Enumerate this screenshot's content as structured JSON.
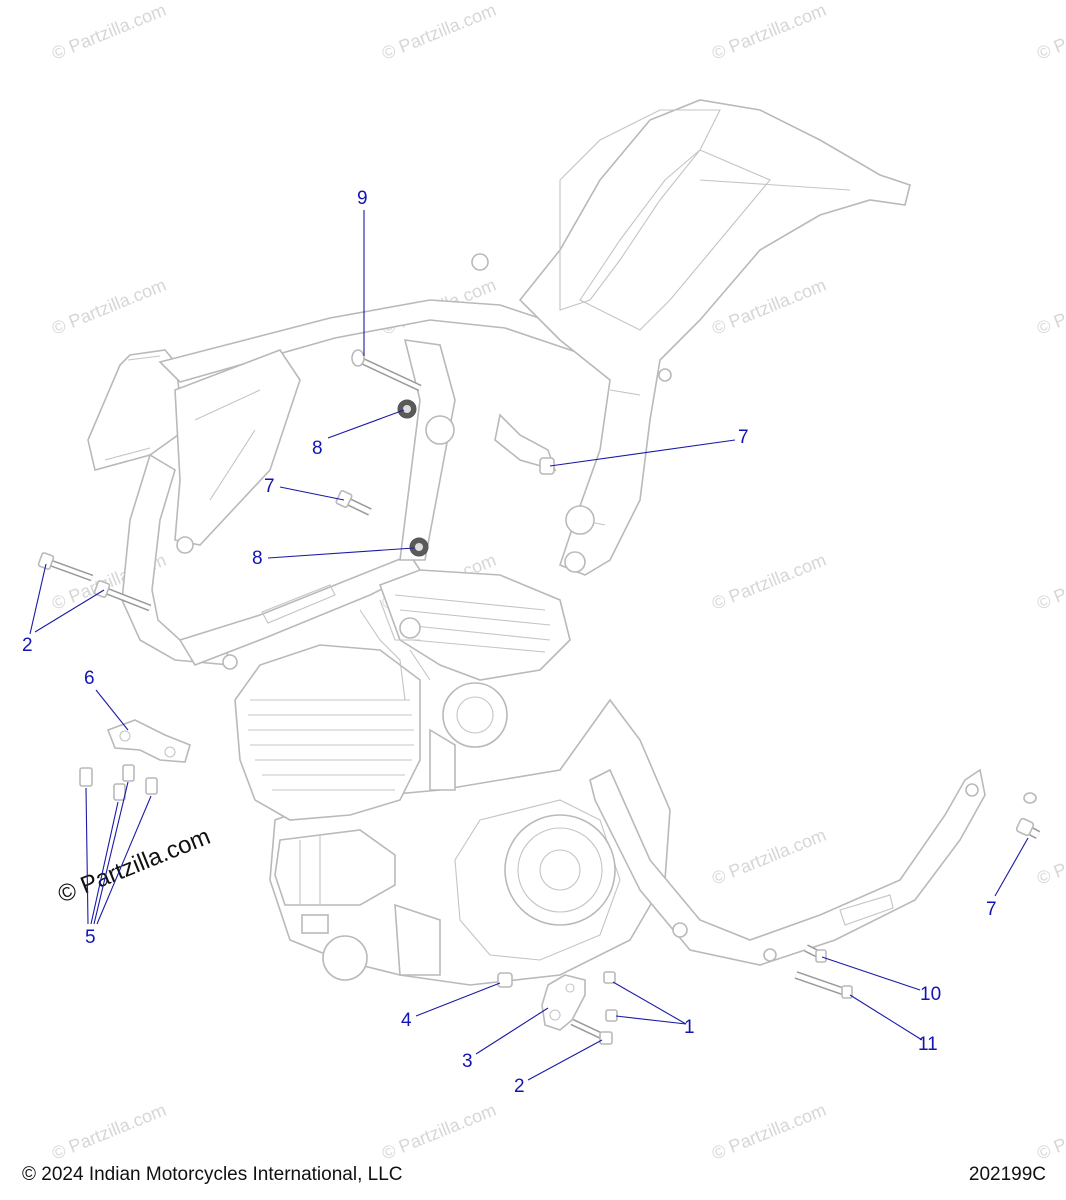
{
  "watermark": {
    "text": "© Partzilla.com",
    "prominent_text": "© Partzilla.com"
  },
  "callouts": [
    {
      "id": "c9",
      "label": "9"
    },
    {
      "id": "c8a",
      "label": "8"
    },
    {
      "id": "c7a",
      "label": "7"
    },
    {
      "id": "c7b",
      "label": "7"
    },
    {
      "id": "c8b",
      "label": "8"
    },
    {
      "id": "c2a",
      "label": "2"
    },
    {
      "id": "c6",
      "label": "6"
    },
    {
      "id": "c5",
      "label": "5"
    },
    {
      "id": "c7c",
      "label": "7"
    },
    {
      "id": "c10",
      "label": "10"
    },
    {
      "id": "c1",
      "label": "1"
    },
    {
      "id": "c4",
      "label": "4"
    },
    {
      "id": "c3",
      "label": "3"
    },
    {
      "id": "c11",
      "label": "11"
    },
    {
      "id": "c2b",
      "label": "2"
    }
  ],
  "footer": {
    "copyright": "© 2024 Indian Motorcycles International, LLC",
    "diagram_id": "202199C"
  },
  "colors": {
    "callout": "#1414b4",
    "line_art": "#b9b9b9",
    "watermark": "#d6d6d6"
  }
}
